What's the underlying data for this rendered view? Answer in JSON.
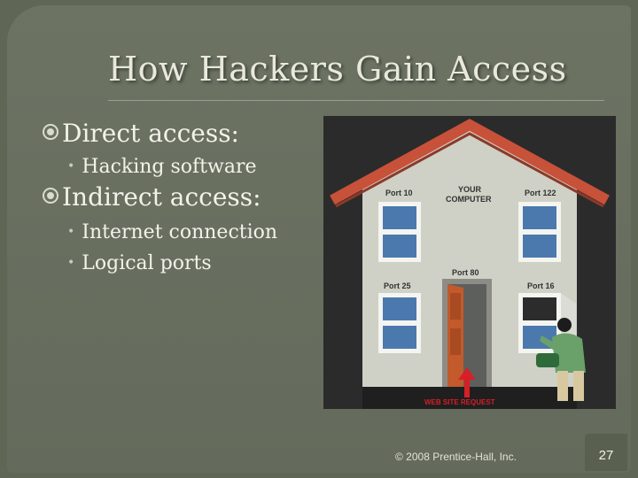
{
  "slide": {
    "title": "How Hackers Gain Access",
    "bullets": [
      {
        "text": "Direct access:",
        "sub": [
          "Hacking software"
        ]
      },
      {
        "text": "Indirect access:",
        "sub": [
          "Internet connection",
          "Logical ports"
        ]
      }
    ],
    "copyright": "© 2008 Prentice-Hall, Inc.",
    "page_number": "27"
  },
  "figure": {
    "labels": {
      "port10": "Port 10",
      "port122": "Port 122",
      "your": "YOUR",
      "computer": "COMPUTER",
      "port80": "Port 80",
      "port25": "Port 25",
      "port16": "Port 16",
      "request": "WEB SITE REQUEST"
    },
    "colors": {
      "roof": "#c8513a",
      "wall": "#cfd0c6",
      "window_frame": "#f4f4f0",
      "glass": "#4c79ad",
      "door": "#c25a2c",
      "arrow": "#d61f26",
      "hacker_shirt": "#6aa06a"
    }
  }
}
